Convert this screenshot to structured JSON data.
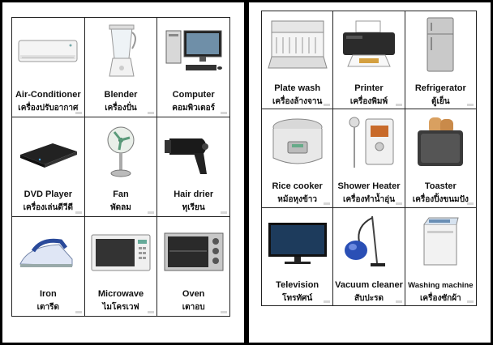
{
  "pages": [
    {
      "cards": [
        {
          "en": "Air-Conditioner",
          "th": "เครื่องปรับอากาศ",
          "icon": "air-conditioner-icon"
        },
        {
          "en": "Blender",
          "th": "เครื่องปั่น",
          "icon": "blender-icon"
        },
        {
          "en": "Computer",
          "th": "คอมพิวเตอร์",
          "icon": "computer-icon"
        },
        {
          "en": "DVD Player",
          "th": "เครื่องเล่นดีวีดี",
          "icon": "dvd-player-icon"
        },
        {
          "en": "Fan",
          "th": "พัดลม",
          "icon": "fan-icon"
        },
        {
          "en": "Hair drier",
          "th": "ทุเรียน",
          "icon": "hair-dryer-icon"
        },
        {
          "en": "Iron",
          "th": "เตารีด",
          "icon": "iron-icon"
        },
        {
          "en": "Microwave",
          "th": "ไมโครเวฟ",
          "icon": "microwave-icon"
        },
        {
          "en": "Oven",
          "th": "เตาอบ",
          "icon": "oven-icon"
        }
      ]
    },
    {
      "cards": [
        {
          "en": "Plate wash",
          "th": "เครื่องล้างจาน",
          "icon": "dishwasher-icon"
        },
        {
          "en": "Printer",
          "th": "เครื่องพิมพ์",
          "icon": "printer-icon"
        },
        {
          "en": "Refrigerator",
          "th": "ตู้เย็น",
          "icon": "refrigerator-icon"
        },
        {
          "en": "Rice cooker",
          "th": "หม้อหุงข้าว",
          "icon": "rice-cooker-icon"
        },
        {
          "en": "Shower Heater",
          "th": "เครื่องทำน้ำอุ่น",
          "icon": "shower-heater-icon"
        },
        {
          "en": "Toaster",
          "th": "เครื่องปิ้งขนมปัง",
          "icon": "toaster-icon"
        },
        {
          "en": "Television",
          "th": "โทรทัศน์",
          "icon": "television-icon"
        },
        {
          "en": "Vacuum cleaner",
          "th": "สับปะรด",
          "icon": "vacuum-cleaner-icon"
        },
        {
          "en": "Washing machine",
          "th": "เครื่องซักผ้า",
          "icon": "washing-machine-icon"
        }
      ]
    }
  ]
}
